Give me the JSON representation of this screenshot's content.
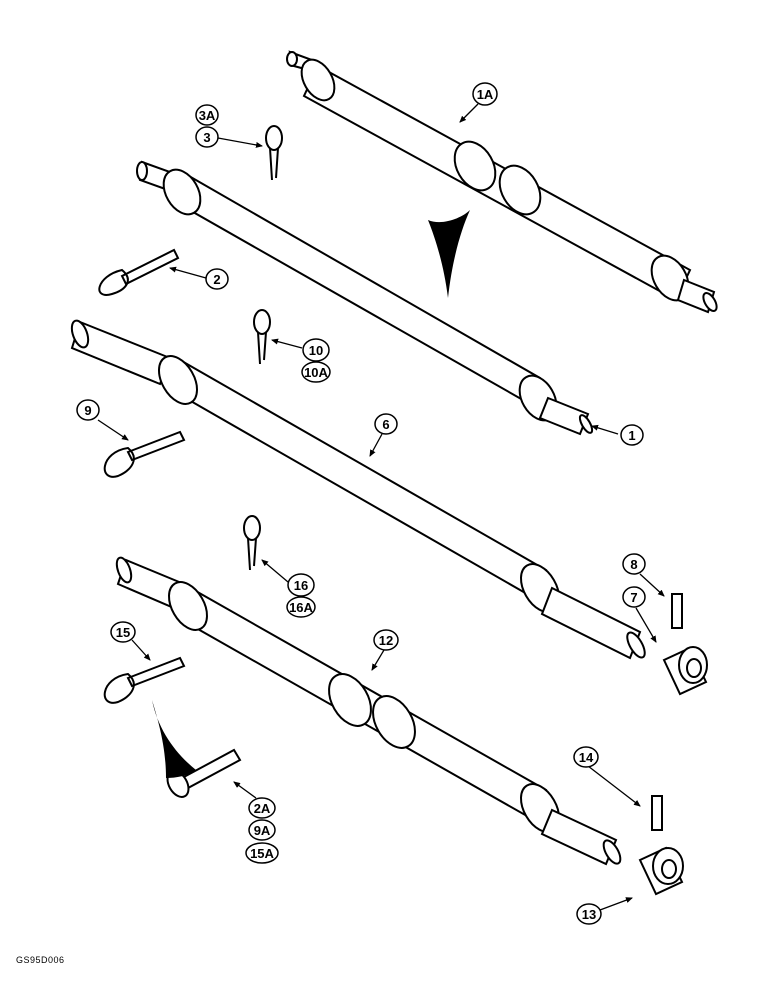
{
  "figure_code": "GS95D006",
  "callouts": {
    "c1A": "1A",
    "c3A": "3A",
    "c3": "3",
    "c2": "2",
    "c10": "10",
    "c10A": "10A",
    "c1": "1",
    "c9": "9",
    "c6": "6",
    "c8": "8",
    "c7": "7",
    "c16": "16",
    "c16A": "16A",
    "c15": "15",
    "c12": "12",
    "c14": "14",
    "c2A": "2A",
    "c9A": "9A",
    "c15A": "15A",
    "c13": "13"
  }
}
